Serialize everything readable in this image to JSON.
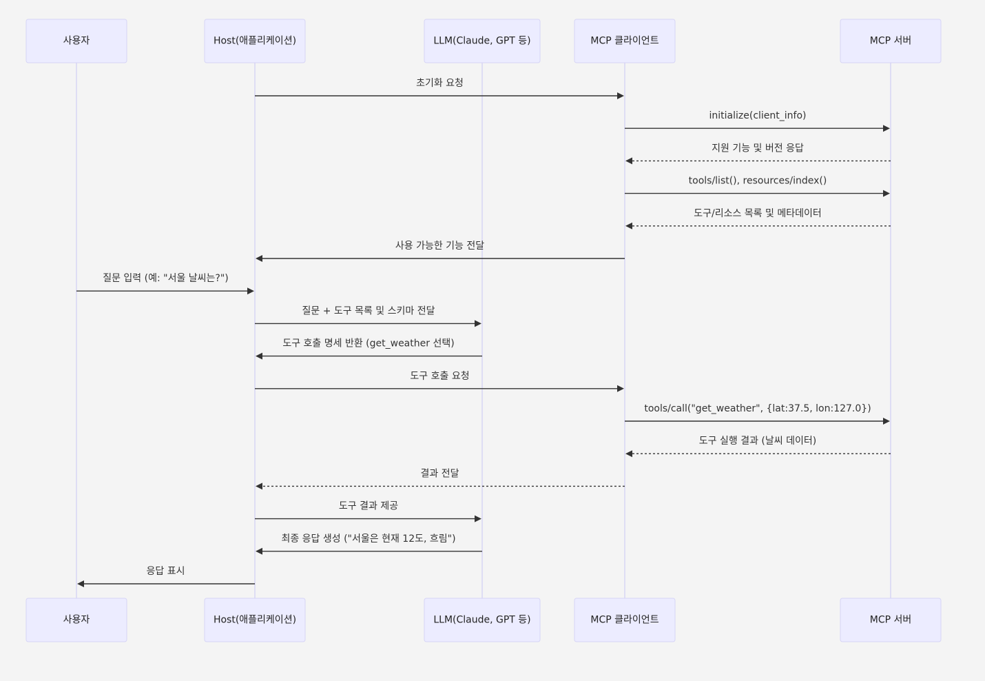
{
  "actors": [
    {
      "id": "user",
      "label": "사용자"
    },
    {
      "id": "host",
      "label": "Host(애플리케이션)"
    },
    {
      "id": "llm",
      "label": "LLM(Claude, GPT 등)"
    },
    {
      "id": "client",
      "label": "MCP 클라이언트"
    },
    {
      "id": "server",
      "label": "MCP 서버"
    }
  ],
  "messages": [
    {
      "from": "host",
      "to": "client",
      "text": "초기화 요청",
      "style": "solid"
    },
    {
      "from": "client",
      "to": "server",
      "text": "initialize(client_info)",
      "style": "solid"
    },
    {
      "from": "server",
      "to": "client",
      "text": "지원 기능 및 버전 응답",
      "style": "dashed"
    },
    {
      "from": "client",
      "to": "server",
      "text": "tools/list(), resources/index()",
      "style": "solid"
    },
    {
      "from": "server",
      "to": "client",
      "text": "도구/리소스 목록 및 메타데이터",
      "style": "dashed"
    },
    {
      "from": "client",
      "to": "host",
      "text": "사용 가능한 기능 전달",
      "style": "solid"
    },
    {
      "from": "user",
      "to": "host",
      "text": "질문 입력 (예: \"서울 날씨는?\")",
      "style": "solid"
    },
    {
      "from": "host",
      "to": "llm",
      "text": "질문 + 도구 목록 및 스키마 전달",
      "style": "solid"
    },
    {
      "from": "llm",
      "to": "host",
      "text": "도구 호출 명세 반환 (get_weather 선택)",
      "style": "solid"
    },
    {
      "from": "host",
      "to": "client",
      "text": "도구 호출 요청",
      "style": "solid"
    },
    {
      "from": "client",
      "to": "server",
      "text": "tools/call(\"get_weather\", {lat:37.5, lon:127.0})",
      "style": "solid"
    },
    {
      "from": "server",
      "to": "client",
      "text": "도구 실행 결과 (날씨 데이터)",
      "style": "dashed"
    },
    {
      "from": "client",
      "to": "host",
      "text": "결과 전달",
      "style": "dashed"
    },
    {
      "from": "host",
      "to": "llm",
      "text": "도구 결과 제공",
      "style": "solid"
    },
    {
      "from": "llm",
      "to": "host",
      "text": "최종 응답 생성 (\"서울은 현재 12도, 흐림\")",
      "style": "solid"
    },
    {
      "from": "host",
      "to": "user",
      "text": "응답 표시",
      "style": "solid"
    }
  ]
}
